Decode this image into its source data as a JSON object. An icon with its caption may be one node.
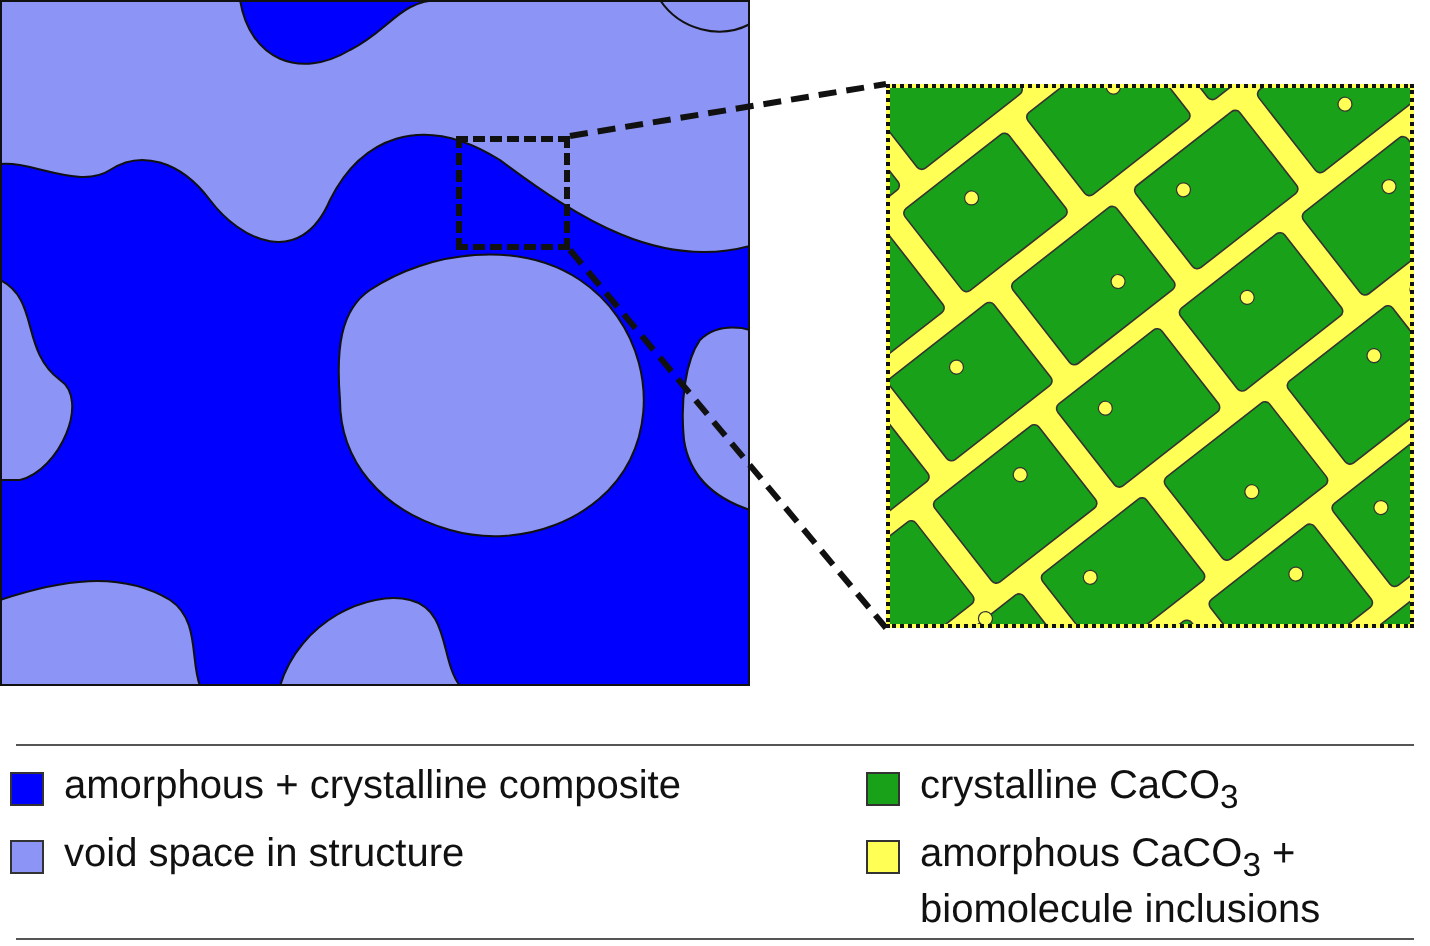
{
  "diagram": {
    "nodes": [
      {
        "text": [],
        "shape": "box"
      },
      {
        "text": [],
        "shape": "picture"
      }
    ],
    "edges": [
      {
        "from": 0,
        "to": 1,
        "arrow": "none",
        "style": "dashed"
      },
      {
        "from": 0,
        "to": 1,
        "arrow": "none",
        "style": "dashed"
      }
    ],
    "legend": [
      {
        "text": "amorphous + crystalline composite",
        "color": "#0000ff"
      },
      {
        "text": "crystalline CaCO$_{3}$",
        "color": "#1aa11a"
      },
      {
        "text": "void space in structure",
        "color": "#8c94f5"
      },
      {
        "text": "amorphous CaCO$_{3}$ + biomolecule inclusions",
        "color": "#ffff55"
      }
    ]
  }
}
